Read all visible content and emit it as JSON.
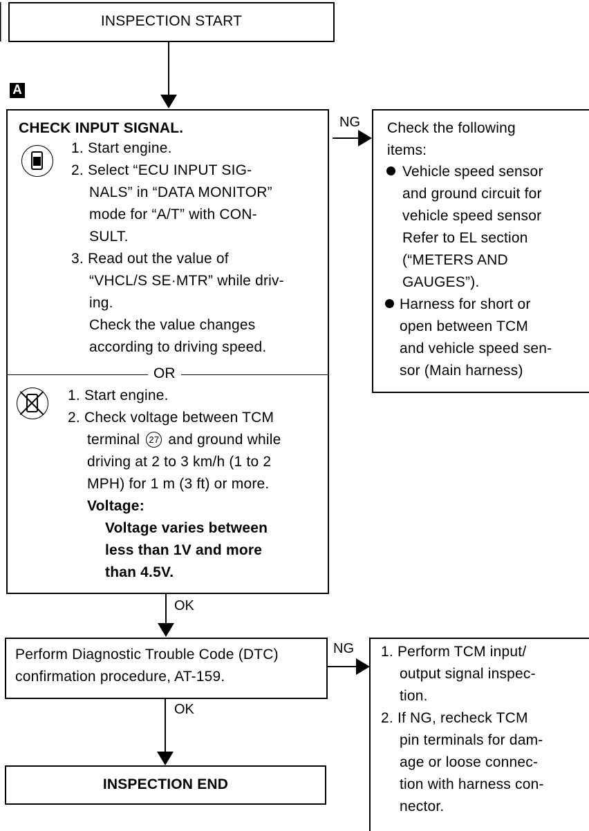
{
  "start": {
    "label": "INSPECTION START"
  },
  "section_marker": "A",
  "check": {
    "title": "CHECK INPUT SIGNAL.",
    "with_consult": {
      "icon": "consult-tester-icon",
      "lines": [
        "1. Start engine.",
        "2. Select “ECU INPUT SIG-",
        "NALS” in “DATA MONITOR”",
        "mode for “A/T” with CON-",
        "SULT.",
        "3. Read out the value of",
        "“VHCL/S SE·MTR” while driv-",
        "ing.",
        "Check the value changes",
        "according to driving speed."
      ]
    },
    "or_label": "OR",
    "without_consult": {
      "icon": "no-consult-tester-icon",
      "lines": [
        "1. Start engine.",
        "2. Check voltage between TCM",
        "terminal",
        "and ground while",
        "driving at 2 to 3 km/h (1 to 2",
        "MPH) for 1 m (3 ft) or more."
      ],
      "terminal_number": "27",
      "voltage_label": "Voltage:",
      "voltage_spec": [
        "Voltage varies between",
        "less than 1V and more",
        "than 4.5V."
      ]
    }
  },
  "ng1": {
    "label": "NG",
    "intro": [
      "Check the following",
      "items:"
    ],
    "items": [
      [
        "Vehicle speed sensor",
        "and ground circuit for",
        "vehicle speed sensor",
        "Refer to EL section",
        "(“METERS AND",
        "GAUGES”)."
      ],
      [
        "Harness for short or",
        "open between TCM",
        "and vehicle speed sen-",
        "sor (Main harness)"
      ]
    ]
  },
  "ok1": {
    "label": "OK"
  },
  "dtc": {
    "lines": [
      "Perform Diagnostic Trouble Code (DTC)",
      "confirmation procedure, AT-159."
    ]
  },
  "ng2": {
    "label": "NG",
    "lines": [
      "1. Perform TCM input/",
      "output signal inspec-",
      "tion.",
      "2. If NG, recheck TCM",
      "pin terminals for dam-",
      "age or loose connec-",
      "tion with harness con-",
      "nector."
    ]
  },
  "ok2": {
    "label": "OK"
  },
  "end": {
    "label": "INSPECTION END"
  }
}
